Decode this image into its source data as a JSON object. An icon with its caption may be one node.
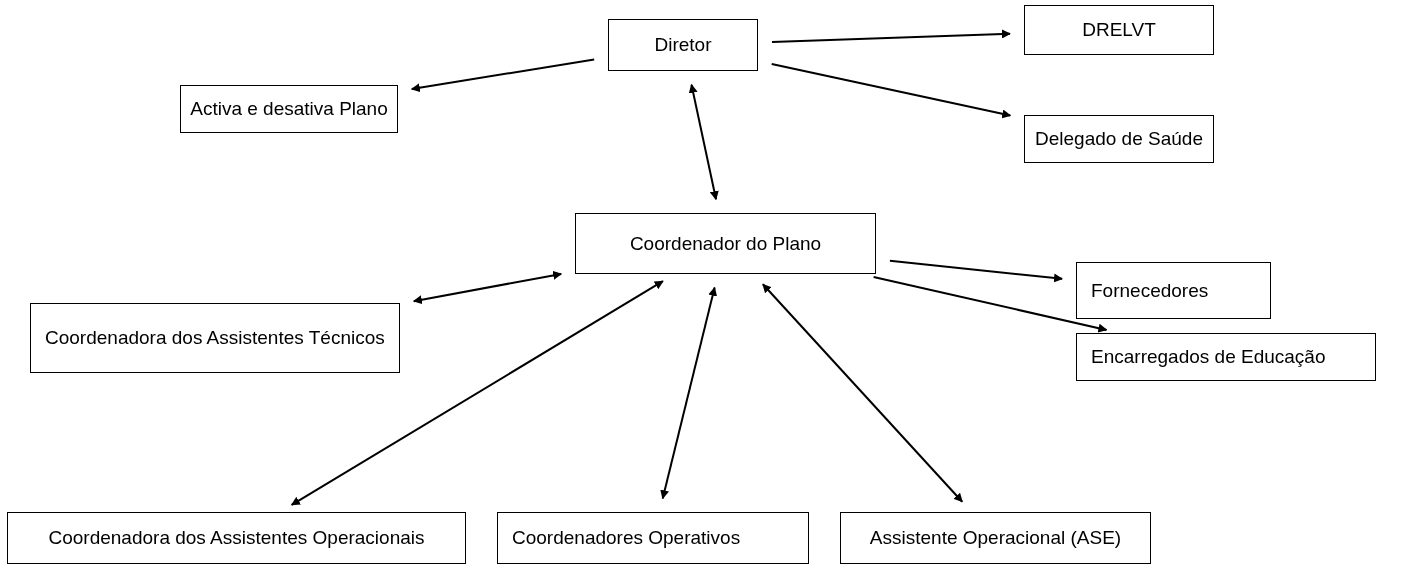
{
  "diagram": {
    "nodes": [
      {
        "text": [
          "Diretor"
        ]
      },
      {
        "text": [
          "DRELVT"
        ]
      },
      {
        "text": [
          "Activa e desativa Plano"
        ]
      },
      {
        "text": [
          "Delegado de Saúde"
        ]
      },
      {
        "text": [
          "Coordenador do Plano"
        ]
      },
      {
        "text": [
          "Fornecedores"
        ]
      },
      {
        "text": [
          "Coordenadora dos Assistentes Técnicos"
        ]
      },
      {
        "text": [
          "Encarregados de Educação"
        ]
      },
      {
        "text": [
          "Coordenadora dos Assistentes Operacionais"
        ]
      },
      {
        "text": [
          "Coordenadores Operativos"
        ]
      },
      {
        "text": [
          "Assistente Operacional (ASE)"
        ]
      }
    ],
    "edges": [
      {
        "from": 0,
        "to": 2,
        "arrow": "to"
      },
      {
        "from": 0,
        "to": 1,
        "arrow": "to"
      },
      {
        "from": 0,
        "to": 3,
        "arrow": "to"
      },
      {
        "from": 0,
        "to": 4,
        "arrow": "both"
      },
      {
        "from": 4,
        "to": 6,
        "arrow": "both"
      },
      {
        "from": 4,
        "to": 5,
        "arrow": "to"
      },
      {
        "from": 4,
        "to": 7,
        "arrow": "to"
      },
      {
        "from": 4,
        "to": 8,
        "arrow": "both"
      },
      {
        "from": 4,
        "to": 9,
        "arrow": "both"
      },
      {
        "from": 4,
        "to": 10,
        "arrow": "both"
      }
    ]
  }
}
